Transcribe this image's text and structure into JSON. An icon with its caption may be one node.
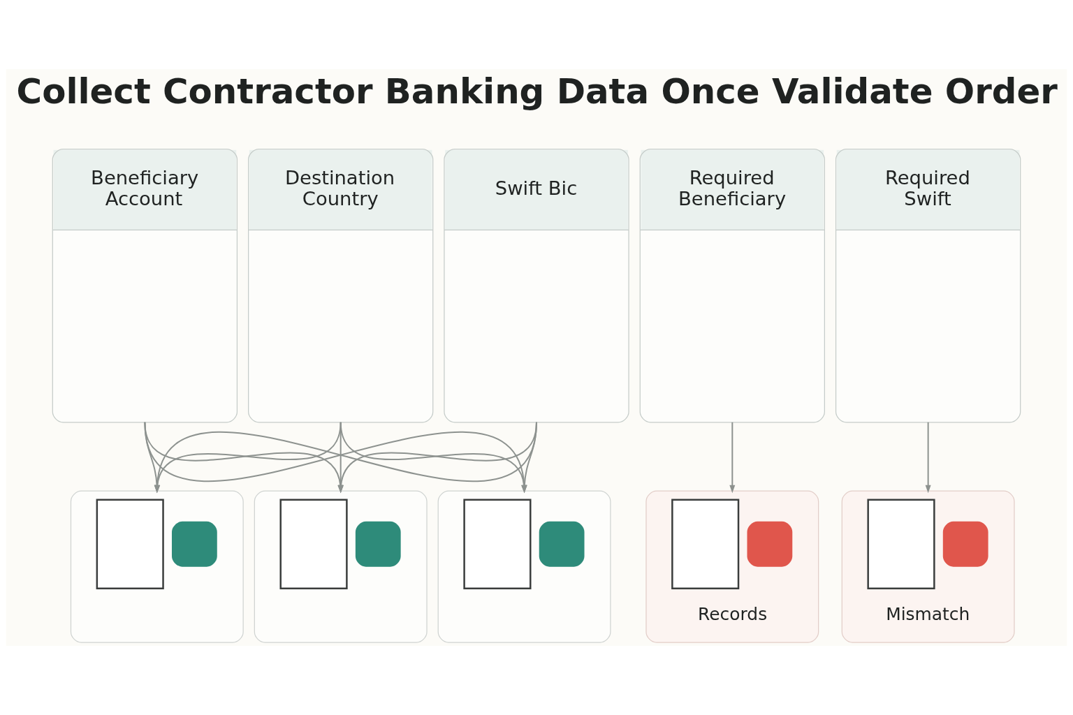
{
  "diagram": {
    "title": "Collect Contractor Banking Data Once Validate Order",
    "nodes": [
      {
        "text": [
          "Beneficiary Account"
        ]
      },
      {
        "text": [
          "Destination Country"
        ]
      },
      {
        "text": [
          "Swift Bic"
        ]
      },
      {
        "text": [
          "Required Beneficiary"
        ]
      },
      {
        "text": [
          "Required Swift"
        ]
      },
      {
        "text": [],
        "shape": "box"
      },
      {
        "text": [],
        "shape": "box"
      },
      {
        "text": [],
        "shape": "box"
      },
      {
        "text": [
          "Records"
        ]
      },
      {
        "text": [
          "Mismatch"
        ]
      }
    ],
    "edges": [
      {
        "from": 0,
        "to": 5,
        "arrow": "to"
      },
      {
        "from": 0,
        "to": 6,
        "arrow": "to"
      },
      {
        "from": 0,
        "to": 7,
        "arrow": "to"
      },
      {
        "from": 1,
        "to": 5,
        "arrow": "to"
      },
      {
        "from": 1,
        "to": 6,
        "arrow": "to"
      },
      {
        "from": 1,
        "to": 7,
        "arrow": "to"
      },
      {
        "from": 2,
        "to": 5,
        "arrow": "to"
      },
      {
        "from": 2,
        "to": 6,
        "arrow": "to"
      },
      {
        "from": 2,
        "to": 7,
        "arrow": "to"
      },
      {
        "from": 3,
        "to": 8,
        "arrow": "to"
      },
      {
        "from": 4,
        "to": 9,
        "arrow": "to"
      }
    ]
  }
}
